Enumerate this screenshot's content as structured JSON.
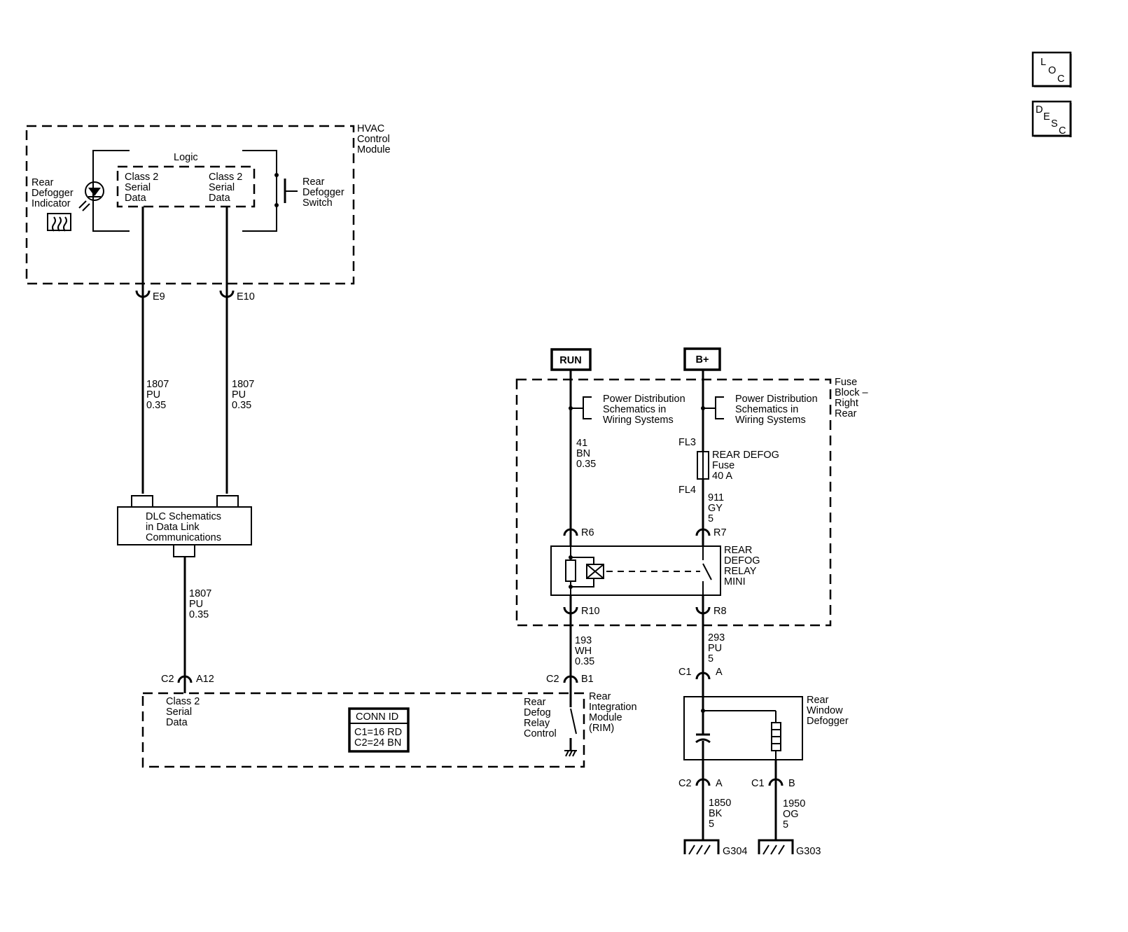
{
  "nav_buttons": [
    {
      "letters": [
        "L",
        "O",
        "C"
      ]
    },
    {
      "letters": [
        "D",
        "E",
        "S",
        "C"
      ]
    }
  ],
  "hvac": {
    "module_label": [
      "HVAC",
      "Control",
      "Module"
    ],
    "logic_label": "Logic",
    "indicator_label": [
      "Rear",
      "Defogger",
      "Indicator"
    ],
    "switch_label": [
      "Rear",
      "Defogger",
      "Switch"
    ],
    "serial_left": [
      "Class 2",
      "Serial",
      "Data"
    ],
    "serial_right": [
      "Class 2",
      "Serial",
      "Data"
    ]
  },
  "connectors": {
    "e9": "E9",
    "e10": "E10",
    "r6": "R6",
    "r7": "R7",
    "r10": "R10",
    "r8": "R8",
    "c2_left": "C2",
    "a12": "A12",
    "c2_mid": "C2",
    "b1": "B1",
    "c1_top": "C1",
    "a_top": "A",
    "c2_bottom": "C2",
    "a_bottom": "A",
    "c1_bottom": "C1",
    "b_bottom": "B"
  },
  "wires": {
    "e9_wire": [
      "1807",
      "PU",
      "0.35"
    ],
    "e10_wire": [
      "1807",
      "PU",
      "0.35"
    ],
    "dlc_wire": [
      "1807",
      "PU",
      "0.35"
    ],
    "run_wire": [
      "41",
      "BN",
      "0.35"
    ],
    "fuse_wire": [
      "911",
      "GY",
      "5"
    ],
    "rim_wire": [
      "193",
      "WH",
      "0.35"
    ],
    "defogger_wire": [
      "293",
      "PU",
      "5"
    ],
    "ground_a_wire": [
      "1850",
      "BK",
      "5"
    ],
    "ground_b_wire": [
      "1950",
      "OG",
      "5"
    ]
  },
  "dlc_box": [
    "DLC Schematics",
    "in Data Link",
    "Communications"
  ],
  "power": {
    "run_label": "RUN",
    "bplus_label": "B+",
    "power_ref_left": [
      "Power Distribution",
      "Schematics in",
      "Wiring Systems"
    ],
    "power_ref_right": [
      "Power Distribution",
      "Schematics in",
      "Wiring Systems"
    ],
    "fuse_block_label": [
      "Fuse",
      "Block –",
      "Right",
      "Rear"
    ],
    "fl3": "FL3",
    "fl4": "FL4",
    "fuse_label": [
      "REAR DEFOG",
      "Fuse",
      "40 A"
    ],
    "relay_label": [
      "REAR",
      "DEFOG",
      "RELAY",
      "MINI"
    ]
  },
  "rim": {
    "serial_label": [
      "Class 2",
      "Serial",
      "Data"
    ],
    "conn_id_title": "CONN ID",
    "conn_id_lines": [
      "C1=16 RD",
      "C2=24 BN"
    ],
    "control_label": [
      "Rear",
      "Defog",
      "Relay",
      "Control"
    ],
    "module_label": [
      "Rear",
      "Integration",
      "Module",
      "(RIM)"
    ]
  },
  "defogger": {
    "label": [
      "Rear",
      "Window",
      "Defogger"
    ]
  },
  "grounds": {
    "g304": "G304",
    "g303": "G303"
  }
}
